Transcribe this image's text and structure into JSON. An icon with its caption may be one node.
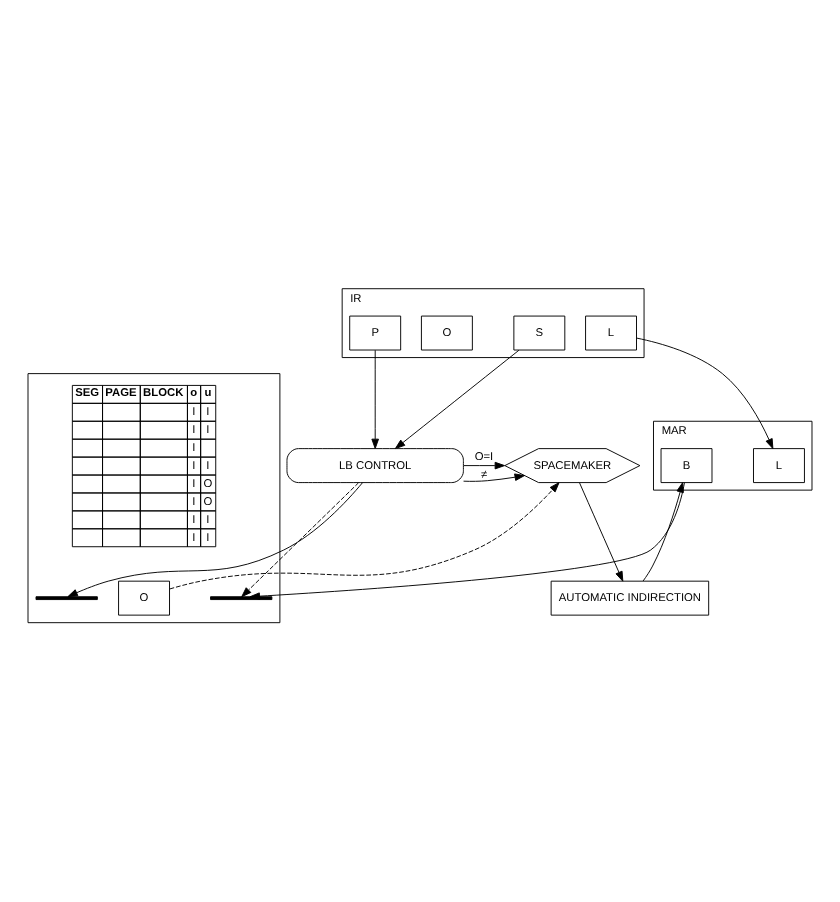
{
  "diagram": {
    "nodes": [
      {
        "text": [],
        "shape": "box",
        "beside": [
          "IR"
        ]
      },
      {
        "text": [
          "O"
        ],
        "in": 0
      },
      {
        "text": [
          "S"
        ],
        "in": 0
      },
      {
        "text": [
          "P"
        ],
        "in": 0
      },
      {
        "text": [
          "L"
        ],
        "in": 0
      },
      {
        "text": [
          "LB CONTROL"
        ]
      },
      {
        "text": [
          "SPACEMAKER"
        ]
      },
      {
        "text": [],
        "shape": "box"
      },
      {
        "text": [],
        "shape": "bar",
        "in": 7
      },
      {
        "text": [],
        "shape": "bar",
        "in": 7
      },
      {
        "text": [
          "O"
        ],
        "in": 7
      },
      {
        "text": [
          "AUTOMATIC INDIRECTION"
        ]
      },
      {
        "text": [],
        "shape": "box",
        "beside": [
          "MAR"
        ]
      },
      {
        "text": [
          "B"
        ],
        "in": 12
      },
      {
        "text": [
          "L"
        ],
        "in": 12
      }
    ],
    "edges": [
      {
        "from": 2,
        "to": 5,
        "arrow": "to"
      },
      {
        "from": 3,
        "to": 5,
        "arrow": "to"
      },
      {
        "from": 4,
        "to": 14,
        "arrow": "to"
      },
      {
        "from": 5,
        "to": 6,
        "arrow": "to",
        "label": "≠"
      },
      {
        "from": 5,
        "to": 6,
        "arrow": "to",
        "label": "O=I"
      },
      {
        "from": 5,
        "to": 8,
        "arrow": "to"
      },
      {
        "from": 13,
        "to": 9,
        "arrow": "to"
      },
      {
        "from": 5,
        "to": 9,
        "arrow": "to",
        "style": "dashed"
      },
      {
        "from": 10,
        "to": 6,
        "arrow": "to",
        "style": "dashed"
      },
      {
        "from": 6,
        "to": 11,
        "arrow": "to"
      },
      {
        "from": 11,
        "to": 13,
        "arrow": "to"
      }
    ],
    "labels": [
      "SEG",
      "PAGE",
      "BLOCK",
      "o",
      "u",
      "I",
      "I",
      "I",
      "I",
      "I",
      "I",
      "I",
      "I",
      "O",
      "I",
      "O",
      "I",
      "I",
      "I",
      "I"
    ]
  }
}
